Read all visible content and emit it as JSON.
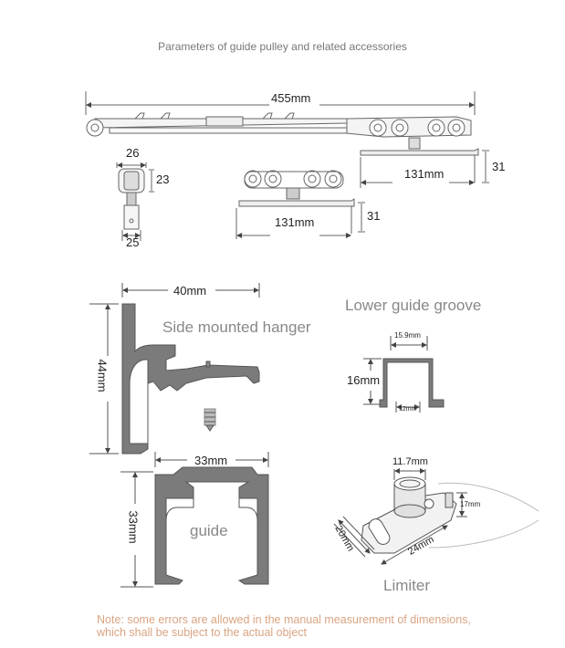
{
  "title": "Parameters of guide pulley and related accessories",
  "dimensions": {
    "track_length": "455mm",
    "pulley_width": "26",
    "pulley_height": "23",
    "pulley_base": "25",
    "carriage_left_length": "131mm",
    "carriage_left_height": "31",
    "carriage_right_length": "131mm",
    "carriage_right_height": "31",
    "hanger_width": "40mm",
    "hanger_height": "44mm",
    "guide_width": "33mm",
    "guide_height": "33mm",
    "groove_top": "15.9mm",
    "groove_height": "16mm",
    "groove_bottom": "12mm",
    "limiter_hole": "11.7mm",
    "limiter_height": "17mm",
    "limiter_width": "20mm",
    "limiter_length": "24mm"
  },
  "labels": {
    "side_mounted_hanger": "Side mounted hanger",
    "lower_guide_groove": "Lower guide groove",
    "guide": "guide",
    "limiter": "Limiter"
  },
  "note": {
    "line1": "Note: some errors are allowed in the manual measurement of dimensions,",
    "line2": "which shall be subject to the actual object"
  },
  "colors": {
    "profile_fill": "#7b7b7b",
    "outline": "#555555",
    "note_text": "#d9a482",
    "label_text": "#888888"
  }
}
